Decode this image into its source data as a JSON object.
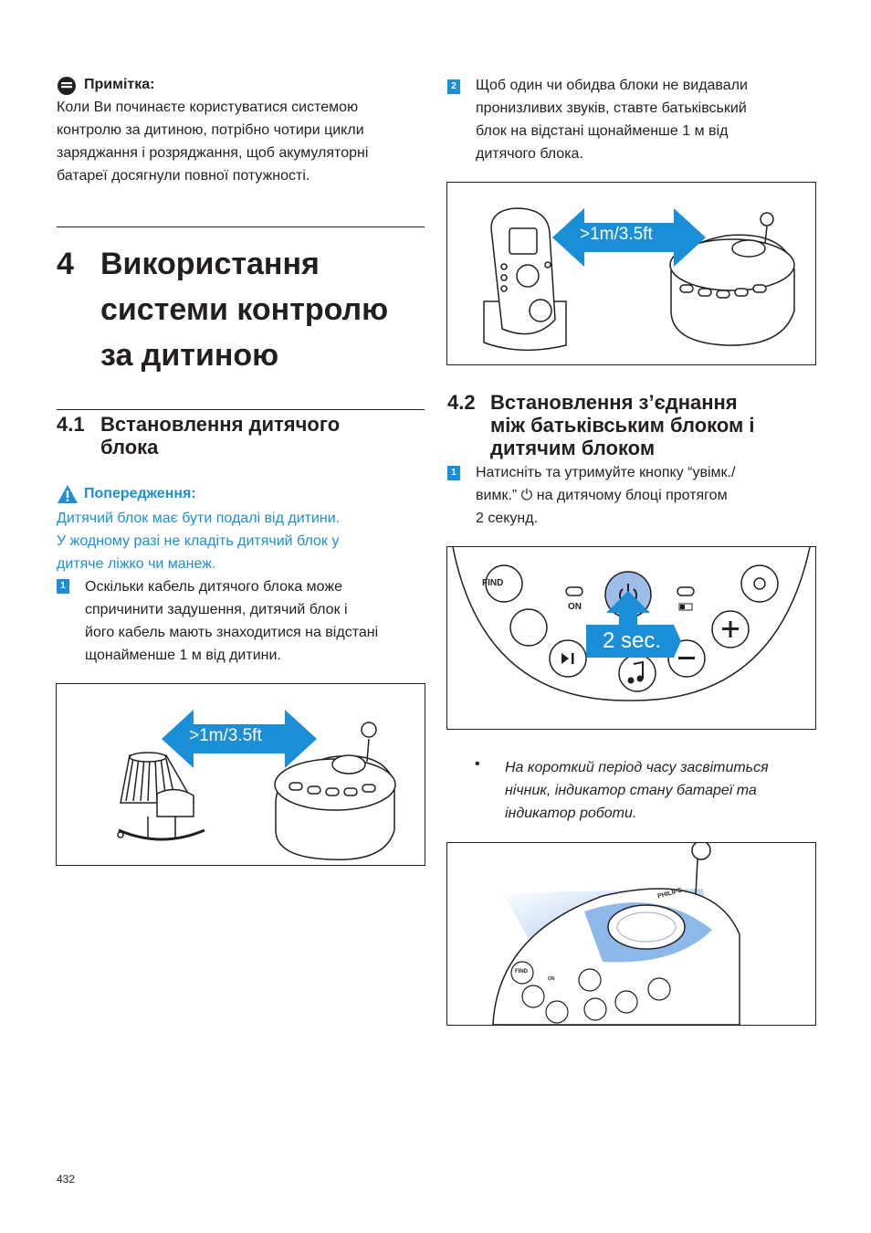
{
  "note": {
    "title": "Примітка:",
    "lines": [
      "Коли Ви починаєте користуватися системою",
      "контролю за дитиною, потрібно чотири цикли",
      "заряджання і розряджання, щоб акумуляторні",
      "батареї досягнули повної потужності."
    ]
  },
  "chapter": {
    "number": "4",
    "title_lines": [
      "Використання",
      "системи контролю",
      "за дитиною"
    ]
  },
  "section_4_1": {
    "number": "4.1",
    "title_lines": [
      "Встановлення дитячого",
      "блока"
    ],
    "warning_title": "Попередження:",
    "warning_lines": [
      "Дитячий блок має бути подалі від дитини.",
      "У жодному разі не кладіть дитячий блок у",
      "дитяче ліжко чи манеж."
    ],
    "step1_num": "1",
    "step1_lines": [
      "Оскільки кабель дитячого блока може",
      "спричинити задушення, дитячий блок і",
      "його кабель мають знаходитися на відстані",
      "щонайменше 1 м від дитини."
    ],
    "figure_label": ">1m/3.5ft"
  },
  "step2": {
    "num": "2",
    "lines": [
      "Щоб один чи обидва блоки не видавали",
      "пронизливих звуків, ставте батьківський",
      "блок на відстані щонайменше 1 м від",
      "дитячого блока."
    ],
    "figure_label": ">1m/3.5ft"
  },
  "section_4_2": {
    "number": "4.2",
    "title_lines": [
      "Встановлення з’єднання",
      "між батьківським блоком і",
      "дитячим блоком"
    ],
    "step1_num": "1",
    "step1_lines": [
      "Натисніть та утримуйте кнопку “увімк./",
      "вимк.” ⏻ на дитячому блоці протягом",
      "2 секунд."
    ],
    "panel": {
      "find_label": "FIND",
      "on_label": "ON",
      "hold_label": "2 sec."
    },
    "bullet_lines": [
      "На короткий період часу засвітиться",
      "нічник, індикатор стану батареї та",
      "індикатор роботи."
    ],
    "brand": "PHILIPS",
    "find_small": "FIND",
    "on_small": "ON"
  },
  "page_number": "432",
  "colors": {
    "accent": "#1a8fd8",
    "text": "#231f20"
  }
}
